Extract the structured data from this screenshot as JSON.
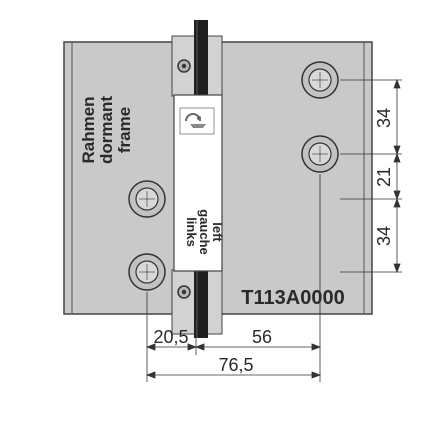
{
  "frame_labels": [
    "Rahmen",
    "dormant",
    "frame"
  ],
  "side_labels": [
    "links",
    "gauche",
    "left"
  ],
  "part_number": "T113A0000",
  "dimensions": {
    "bottom_left": "20,5",
    "bottom_mid": "56",
    "bottom_total": "76,5",
    "right_top": "34",
    "right_mid": "21",
    "right_bottom": "34"
  },
  "colors": {
    "plate_fill": "#c9c9c9",
    "frame_outline": "#444444",
    "pin_dark": "#1f1f1f",
    "knuckle_fill": "#d2d2d2",
    "leaf_white": "#ffffff"
  },
  "icons": [
    "screw-hole-icon",
    "logo-icon"
  ]
}
